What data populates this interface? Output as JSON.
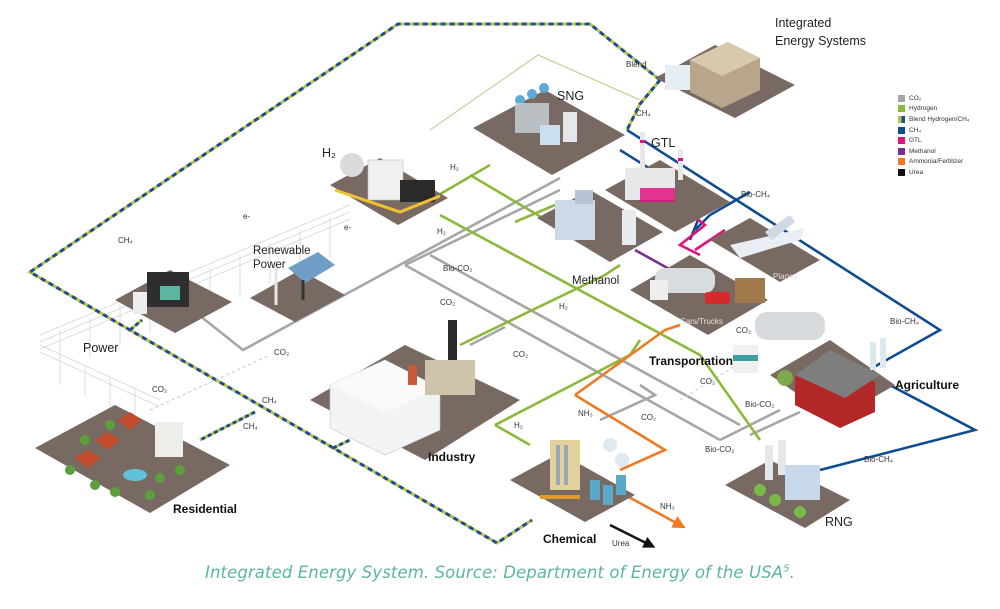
{
  "title": "Integrated Energy System diagram",
  "caption": {
    "text": "Integrated Energy System. Source: Department of Energy of the USA",
    "superscript": "5",
    "trailing": "."
  },
  "colors": {
    "co2": "#a6a6a8",
    "hydrogen": "#8cb83c",
    "blend_a": "#1f4e8c",
    "blend_b": "#b7c24a",
    "ch4": "#0f4d91",
    "gtl": "#e0137e",
    "methanol": "#7b2f8e",
    "ammonia": "#ef7a24",
    "urea": "#111111",
    "platform": "#786a62",
    "caption": "#5cb3a6"
  },
  "legend": [
    {
      "label": "CO₂",
      "color": "#a6a6a8",
      "type": "solid"
    },
    {
      "label": "Hydrogen",
      "color": "#8cb83c",
      "type": "solid"
    },
    {
      "label": "Blend Hydrogen/CH₄",
      "color": "#1f4e8c",
      "color2": "#b7c24a",
      "type": "split"
    },
    {
      "label": "CH₄",
      "color": "#0f4d91",
      "type": "solid"
    },
    {
      "label": "GTL",
      "color": "#e0137e",
      "type": "solid"
    },
    {
      "label": "Methanol",
      "color": "#7b2f8e",
      "type": "solid"
    },
    {
      "label": "Ammonia/Fertilizer",
      "color": "#ef7a24",
      "type": "solid"
    },
    {
      "label": "Urea",
      "color": "#111111",
      "type": "solid"
    }
  ],
  "nodes": {
    "integrated_energy": {
      "line1": "Integrated",
      "line2": "Energy Systems"
    },
    "sng": "SNG",
    "gtl": "GTL",
    "h2": "H₂",
    "methanol": "Methanol",
    "renewable": {
      "line1": "Renewable",
      "line2": "Power"
    },
    "power": "Power",
    "planes": "Planes",
    "cars_trucks": "Cars/Trucks",
    "transportation": "Transportation",
    "agriculture": "Agriculture",
    "industry": "Industry",
    "residential": "Residential",
    "chemical": "Chemical",
    "rng": "RNG"
  },
  "flow_labels": {
    "blend": "Blend",
    "ch4_top": "CH₄",
    "ch4_left": "CH₄",
    "ch4_res1": "CH₄",
    "ch4_res2": "CH₄",
    "h2_a": "H₂",
    "h2_b": "H₂",
    "h2_c": "H₂",
    "h2_d": "H₂",
    "e_1": "e-",
    "e_2": "e-",
    "bio_co2_a": "Bio-CO₂",
    "co2_a": "CO₂",
    "co2_power": "CO₂",
    "co2_industry": "CO₂",
    "co2_res": "CO₂",
    "co2_trans": "CO₂",
    "co2_trans2": "CO₂",
    "co2_chem": "CO₂",
    "nh3_a": "NH₃",
    "nh3_b": "NH₃",
    "urea": "Urea",
    "bio_ch4_a": "Bio-CH₄",
    "bio_ch4_b": "Bio-CH₄",
    "bio_ch4_c": "Bio-CH₄",
    "bio_co2_b": "Bio-CO₂",
    "bio_co2_c": "Bio-CO₂"
  }
}
